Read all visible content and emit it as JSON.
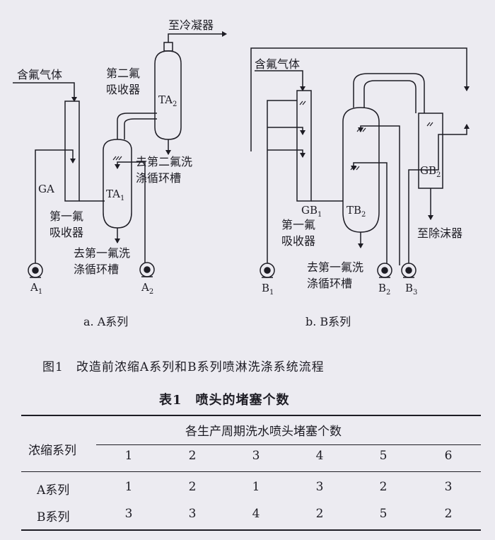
{
  "diagram_a": {
    "condenser_label": "至冷凝器",
    "gas_inlet_label": "含氟气体",
    "second_absorber_label": "第二氟\n吸收器",
    "ta2_main": "TA",
    "ta2_sub": "2",
    "to_second_wash_label": "去第二氟洗\n涤循环槽",
    "ga_label": "GA",
    "ta1_main": "TA",
    "ta1_sub": "1",
    "first_absorber_label": "第一氟\n吸收器",
    "to_first_wash_label": "去第一氟洗\n涤循环槽",
    "pump1_main": "A",
    "pump1_sub": "1",
    "pump2_main": "A",
    "pump2_sub": "2",
    "caption": "a. A系列"
  },
  "diagram_b": {
    "gas_inlet_label": "含氟气体",
    "gb2_main": "GB",
    "gb2_sub": "2",
    "gb1_main": "GB",
    "gb1_sub": "1",
    "tb2_main": "TB",
    "tb2_sub": "2",
    "first_absorber_label": "第一氟\n吸收器",
    "to_mist_label": "至除沫器",
    "to_first_wash_label": "去第一氟洗\n涤循环槽",
    "pump1_main": "B",
    "pump1_sub": "1",
    "pump2_main": "B",
    "pump2_sub": "2",
    "pump3_main": "B",
    "pump3_sub": "3",
    "caption": "b. B系列"
  },
  "figure_caption": "图1　改造前浓缩A系列和B系列喷淋洗涤系统流程",
  "table": {
    "title": "表1　喷头的堵塞个数",
    "row_header": "浓缩系列",
    "group_header": "各生产周期洗水喷头堵塞个数",
    "periods": [
      "1",
      "2",
      "3",
      "4",
      "5",
      "6"
    ],
    "rows": [
      {
        "name": "A系列",
        "values": [
          "1",
          "2",
          "1",
          "3",
          "2",
          "3"
        ]
      },
      {
        "name": "B系列",
        "values": [
          "3",
          "3",
          "4",
          "2",
          "5",
          "2"
        ]
      }
    ]
  }
}
